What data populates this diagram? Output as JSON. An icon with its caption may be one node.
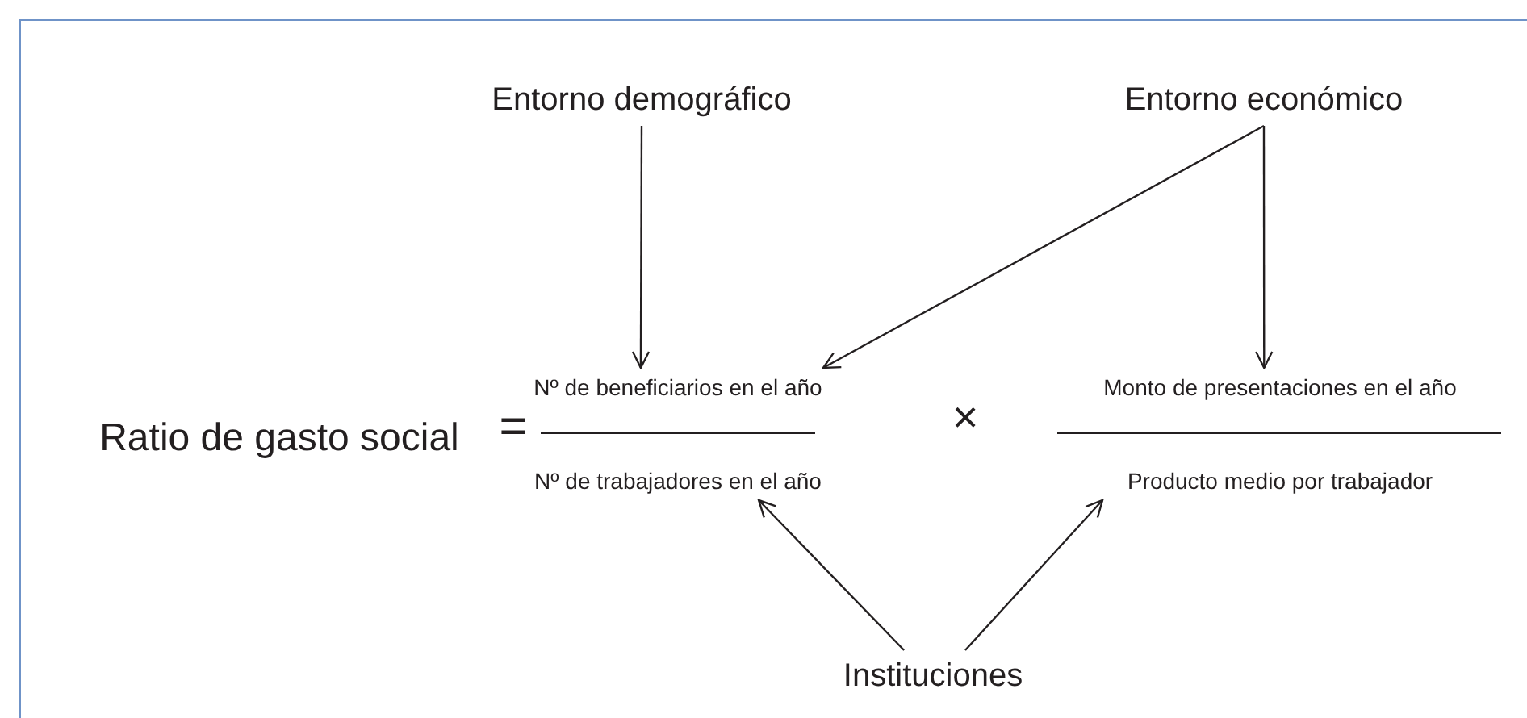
{
  "diagram": {
    "nodes": [
      {
        "text": [
          "Entorno demográfico"
        ]
      },
      {
        "text": [
          "Entorno económico"
        ]
      },
      {
        "text": [
          "Ratio de gasto social"
        ]
      },
      {
        "text": [
          "Nº de beneficiarios en el año"
        ]
      },
      {
        "text": [
          "Monto de presentaciones en el año"
        ]
      },
      {
        "text": [
          "Nº de trabajadores en el año"
        ]
      },
      {
        "text": [
          "Producto medio por trabajador"
        ]
      },
      {
        "text": [
          "Instituciones"
        ]
      }
    ],
    "edges": [
      {
        "from": 0,
        "to": 3,
        "arrow": "to"
      },
      {
        "from": 1,
        "to": 3,
        "arrow": "to"
      },
      {
        "from": 1,
        "to": 4,
        "arrow": "to"
      },
      {
        "from": 7,
        "to": 5,
        "arrow": "to"
      },
      {
        "from": 7,
        "to": 6,
        "arrow": "to"
      }
    ],
    "labels": [
      "=",
      "×"
    ]
  }
}
